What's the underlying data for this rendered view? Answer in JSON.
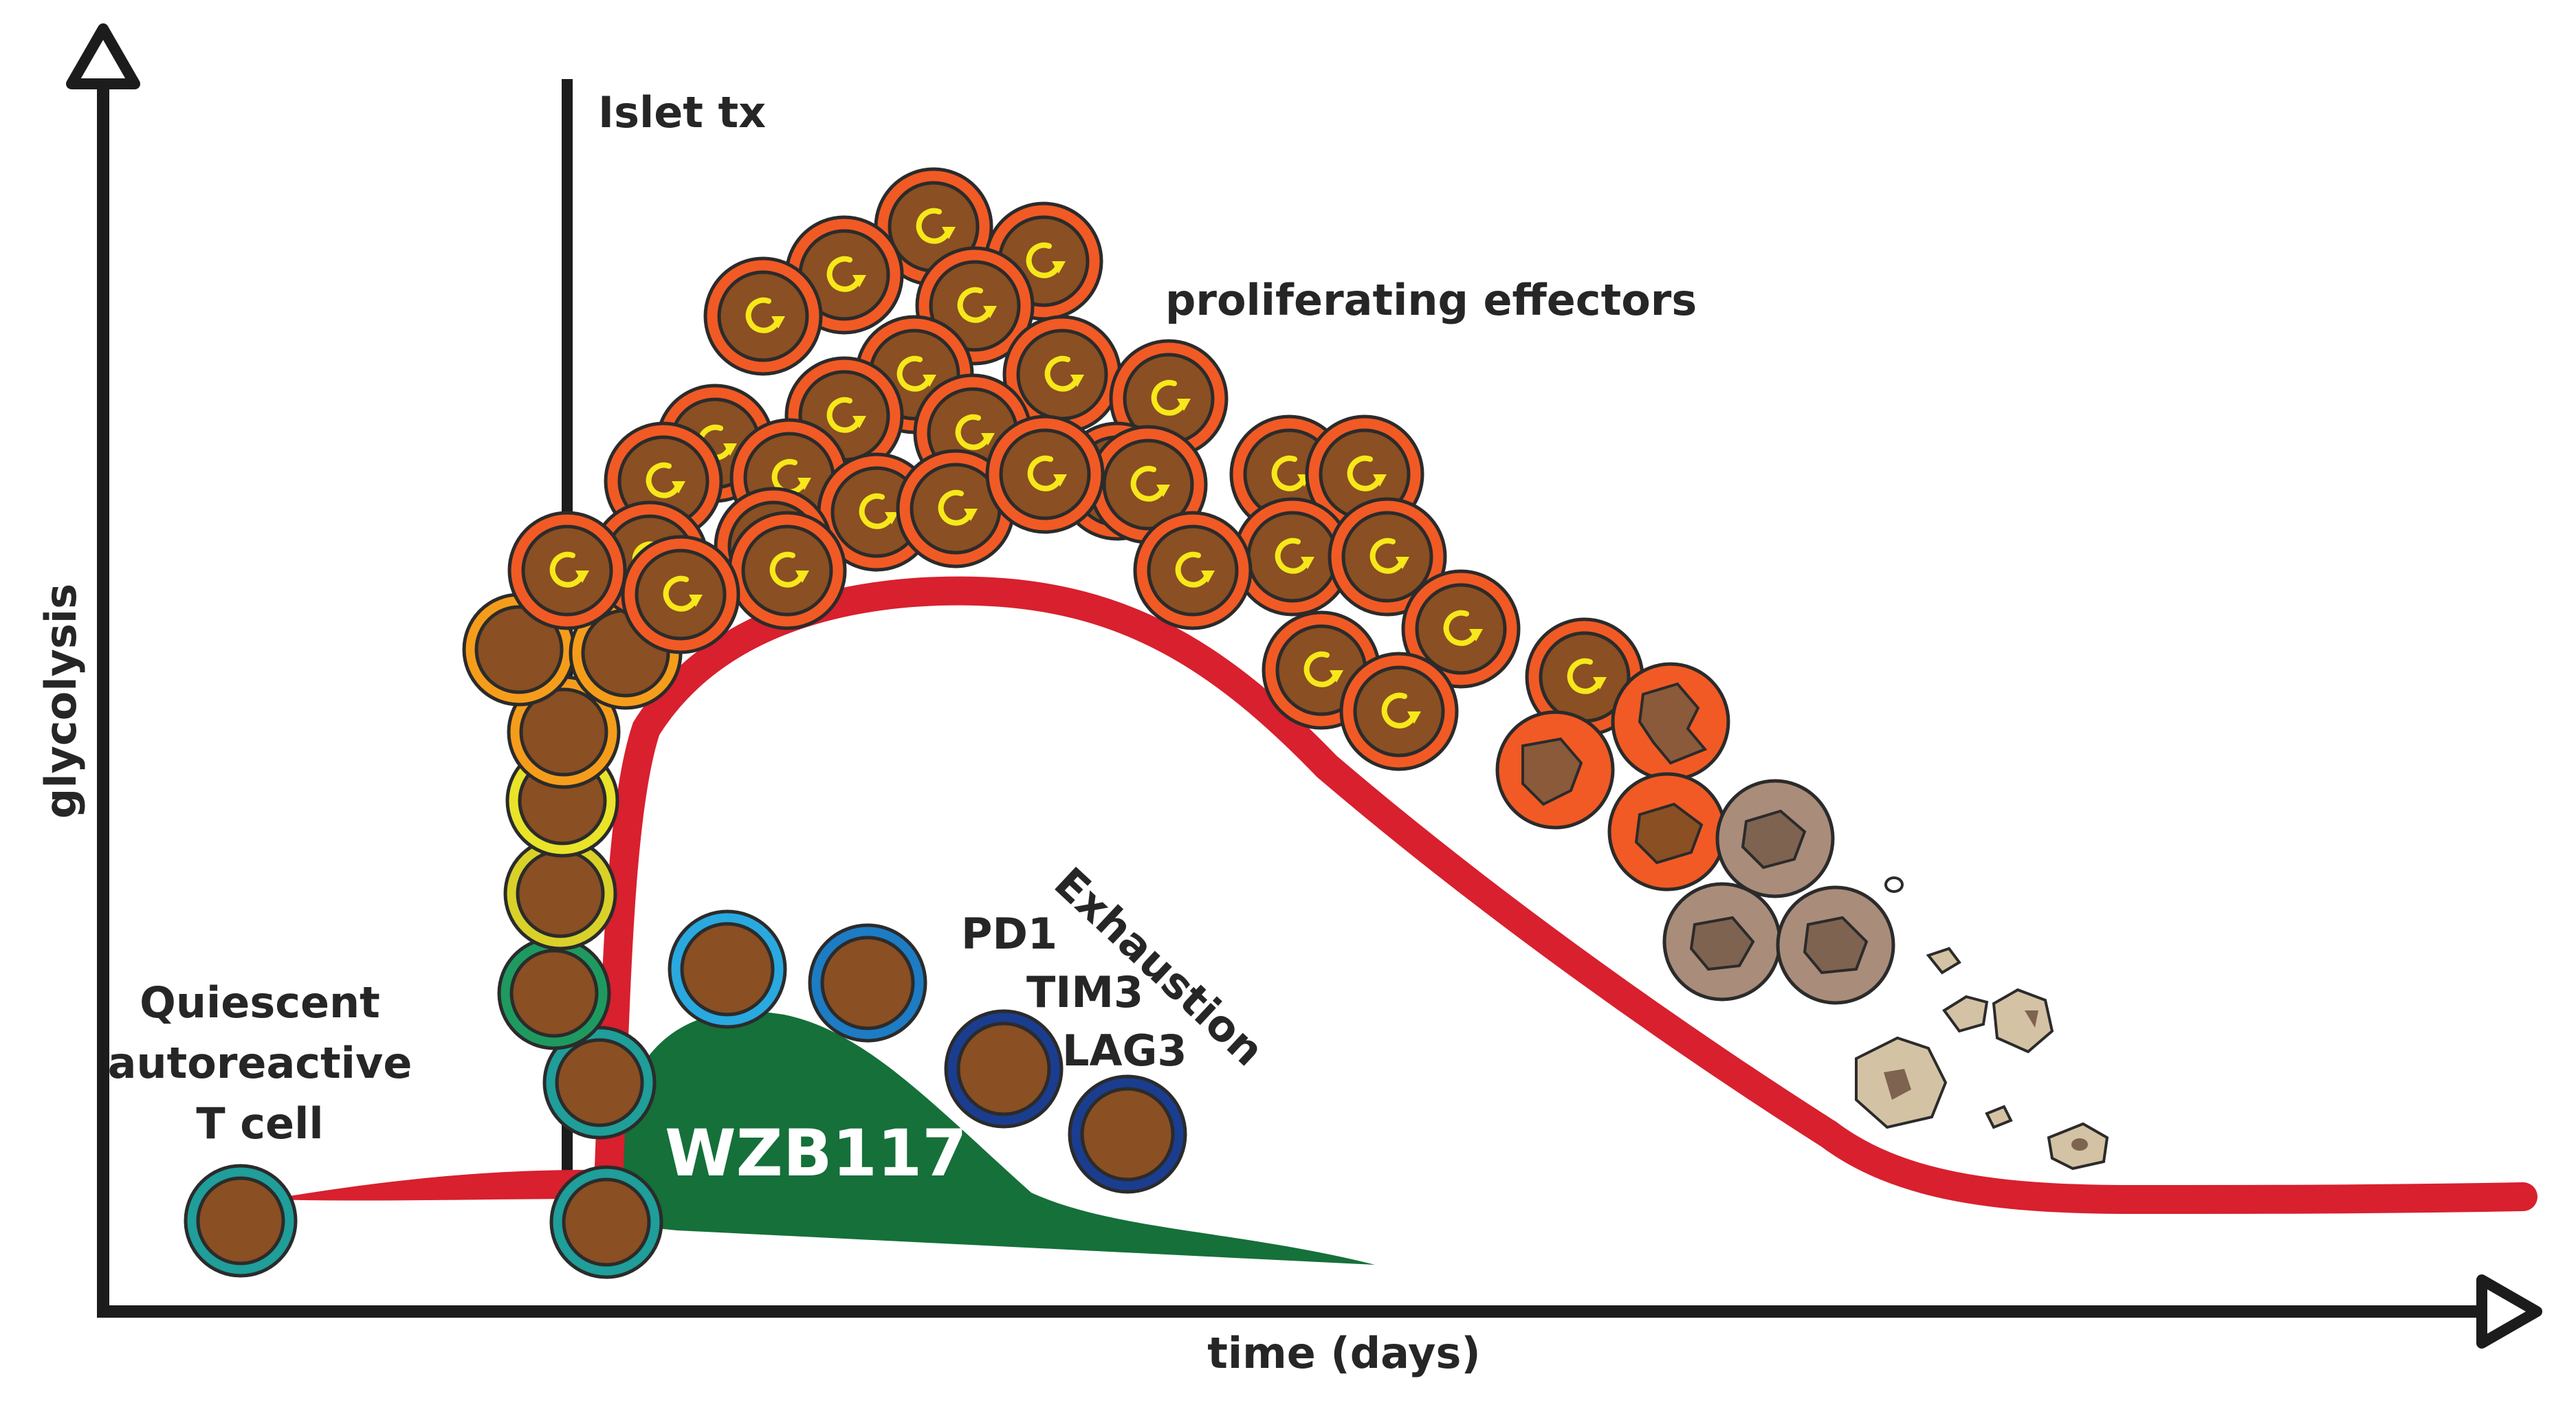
{
  "labels": {
    "y_axis": "glycolysis",
    "x_axis": "time (days)",
    "islet_tx": "Islet tx",
    "proliferating_effectors": "proliferating effectors",
    "quiescent_line1": "Quiescent",
    "quiescent_line2": "autoreactive",
    "quiescent_line3": "T cell",
    "drug": "WZB117",
    "exhaustion": "Exhaustion",
    "marker_1": "PD1",
    "marker_2": "TIM3",
    "marker_3": "LAG3"
  },
  "icons": {
    "x_axis_arrow": "open-triangle-arrowhead",
    "y_axis_arrow": "open-triangle-arrowhead",
    "effector_cell": "cell-with-cycle-arrow-icon",
    "dying_cell": "fragmented-cell-icon",
    "debris": "cell-debris-icon"
  },
  "colors": {
    "axis": "#1c1c1c",
    "glycolysis_curve": "#d8202e",
    "wzb117_curve": "#15703a",
    "nucleus": "#8a4f22",
    "effector_ring": "#f15a24",
    "cycle_arrow": "#f6e81a",
    "cell_outline": "#2b2b2b",
    "quiescent_ring": "#1f9e9a",
    "exhausted_ring": "#1b3d8f",
    "early_ring": "#29a9e0",
    "dying_cell": "#a98c7a",
    "debris": "#d4c2a4"
  }
}
